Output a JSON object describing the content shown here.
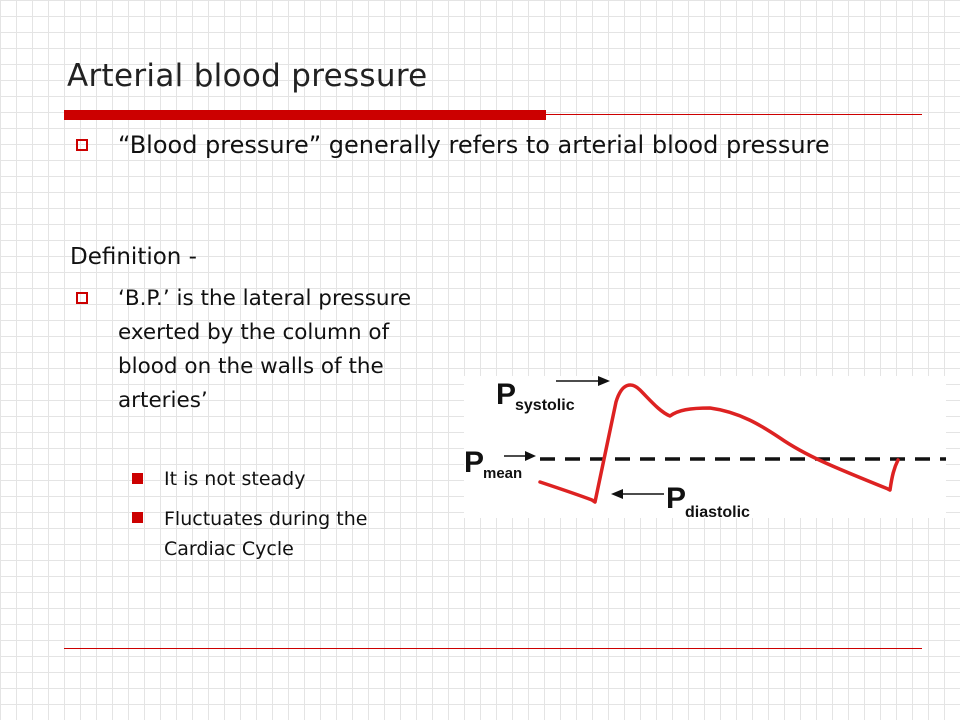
{
  "slide": {
    "title": "Arterial blood pressure",
    "bullet1": "“Blood pressure” generally refers to arterial blood pressure",
    "definition_heading": "Definition -",
    "bullet2": "‘B.P.’ is the lateral pressure exerted by the column of blood on the walls of the arteries’",
    "sub_bullets": [
      "It is not steady",
      "Fluctuates during the Cardiac Cycle"
    ]
  },
  "figure": {
    "labels": {
      "systolic_main": "P",
      "systolic_sub": "systolic",
      "mean_main": "P",
      "mean_sub": "mean",
      "diastolic_main": "P",
      "diastolic_sub": "diastolic"
    },
    "colors": {
      "waveform": "#dd2222",
      "mean_line": "#111111",
      "arrows": "#111111"
    }
  },
  "theme": {
    "accent": "#cc0000",
    "grid": "#e4e4e4"
  }
}
